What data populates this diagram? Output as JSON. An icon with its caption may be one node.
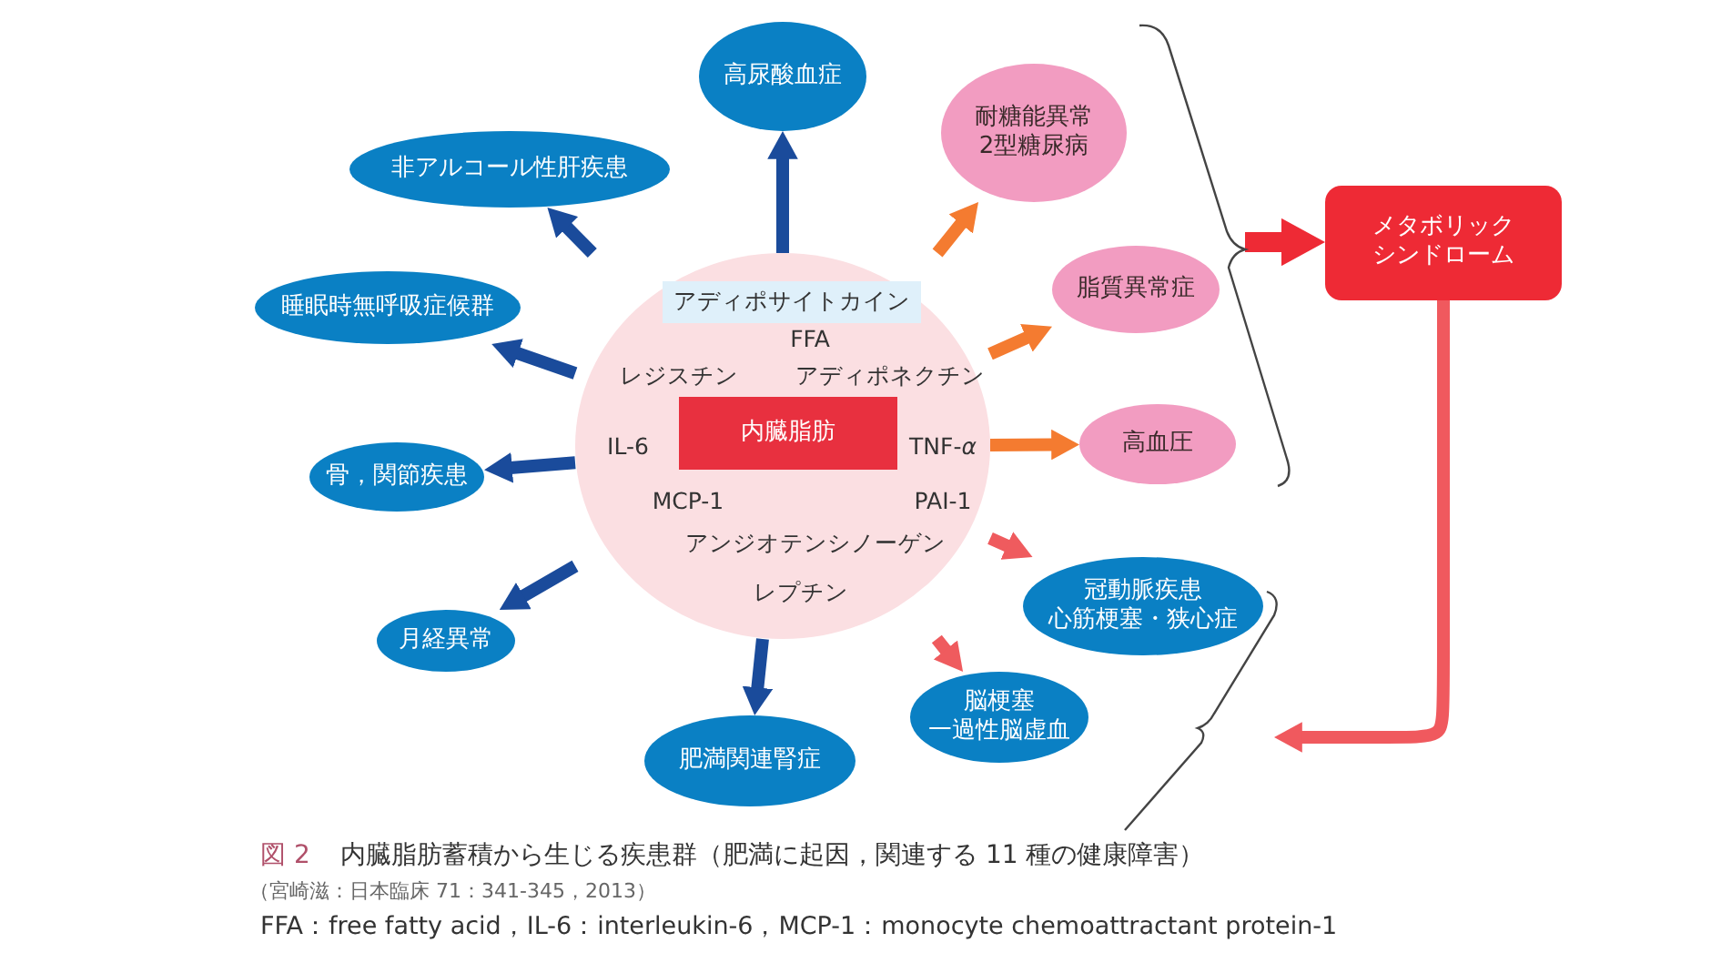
{
  "diagram": {
    "title": "内臓脂肪蓄積から生じる疾患群（肥満に起因，関連する 11 種の健康障害）",
    "caption": "（宮崎滋：日本臨床 71：341-345，2013）",
    "nodes": [
      {
        "text": [
          "アディポサイトカイン",
          "FFA",
          "レジスチン",
          "アディポネクチン",
          "IL-6",
          "TNF-*α*",
          "MCP-1",
          "PAI-1",
          "アンジオテンシノーゲン",
          "レプチン"
        ]
      },
      {
        "text": [
          "内臓脂肪"
        ],
        "in": 0
      },
      {
        "text": [
          "高尿酸血症"
        ]
      },
      {
        "text": [
          "非アルコール性肝疾患"
        ]
      },
      {
        "text": [
          "睡眠時無呼吸症候群"
        ]
      },
      {
        "text": [
          "骨，関節疾患"
        ]
      },
      {
        "text": [
          "月経異常"
        ]
      },
      {
        "text": [
          "肥満関連腎症"
        ]
      },
      {
        "text": [
          "脳梗塞一過性脳虚血"
        ]
      },
      {
        "text": [
          "冠動脈疾患心筋梗塞・狭心症"
        ]
      },
      {
        "text": [
          "耐糖能異常2型糖尿病"
        ]
      },
      {
        "text": [
          "脂質異常症"
        ]
      },
      {
        "text": [
          "高血圧"
        ]
      },
      {
        "text": [
          "メタボリックシンドローム"
        ]
      }
    ],
    "edges": [
      {
        "from": 0,
        "to": 2,
        "arrow": "to"
      },
      {
        "from": 0,
        "to": 3,
        "arrow": "to"
      },
      {
        "from": 0,
        "to": 4,
        "arrow": "to"
      },
      {
        "from": 0,
        "to": 5,
        "arrow": "to"
      },
      {
        "from": 0,
        "to": 6,
        "arrow": "to"
      },
      {
        "from": 0,
        "to": 7,
        "arrow": "to"
      },
      {
        "from": 0,
        "to": 8,
        "arrow": "to",
        "color": "#ef5b5e"
      },
      {
        "from": 0,
        "to": 9,
        "arrow": "to",
        "color": "#ef5b5e"
      },
      {
        "from": 0,
        "to": 10,
        "arrow": "to",
        "color": "#f47b30"
      },
      {
        "from": 0,
        "to": 11,
        "arrow": "to",
        "color": "#f47b30"
      },
      {
        "from": 0,
        "to": 12,
        "arrow": "to",
        "color": "#f47b30"
      },
      {
        "from": null,
        "to": 13,
        "arrow": "to",
        "color": "#ee2a35"
      },
      {
        "from": 13,
        "to": 9,
        "arrow": "to",
        "color": "#f0595e"
      }
    ],
    "labels": [
      "図 2",
      "FFA：free fatty acid，IL-6：interleukin-6，MCP-1：monocyte chemoattractant protein-1"
    ]
  }
}
